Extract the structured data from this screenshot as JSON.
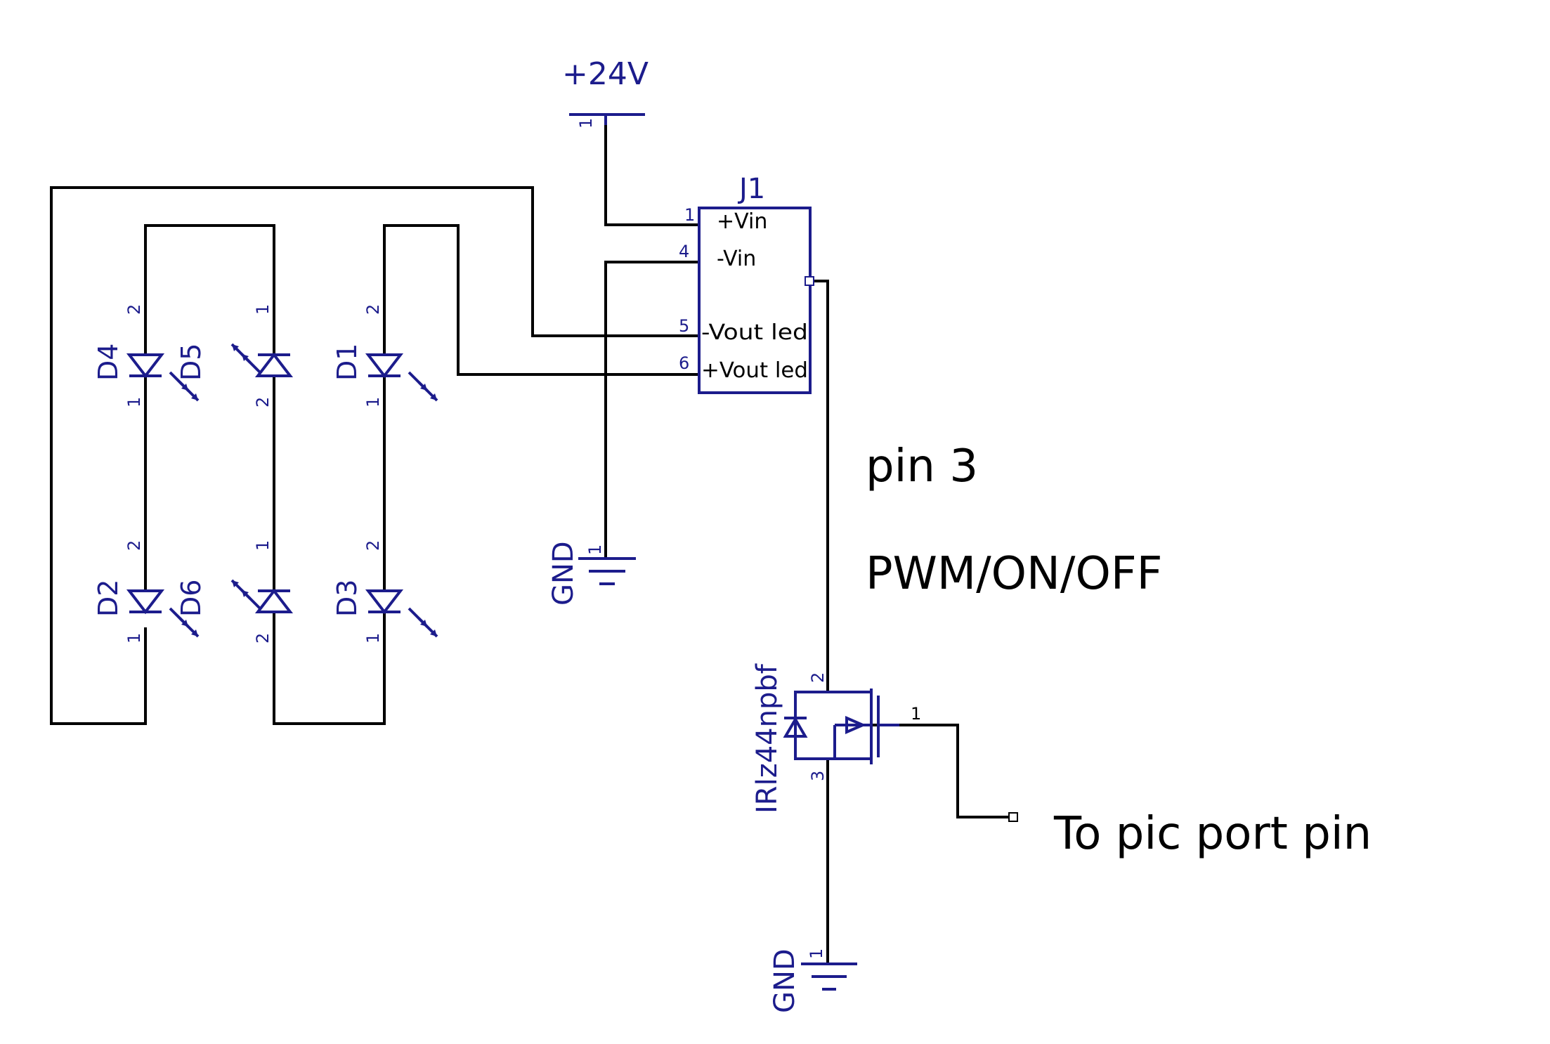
{
  "colors": {
    "wire": "#000000",
    "component": "#1c1c8c",
    "background": "#ffffff"
  },
  "power": {
    "vcc_label": "+24V",
    "gnd_label": "GND",
    "pin": "1"
  },
  "driver": {
    "ref": "J1",
    "pins": [
      {
        "num": "1",
        "name": "+Vin"
      },
      {
        "num": "4",
        "name": "-Vin"
      },
      {
        "num": "5",
        "name": "-Vout led"
      },
      {
        "num": "6",
        "name": "+Vout led"
      }
    ]
  },
  "leds": [
    {
      "ref": "D4",
      "top_pin": "2",
      "bottom_pin": "1"
    },
    {
      "ref": "D5",
      "top_pin": "1",
      "bottom_pin": "2"
    },
    {
      "ref": "D1",
      "top_pin": "2",
      "bottom_pin": "1"
    },
    {
      "ref": "D2",
      "top_pin": "2",
      "bottom_pin": "1"
    },
    {
      "ref": "D6",
      "top_pin": "1",
      "bottom_pin": "2"
    },
    {
      "ref": "D3",
      "top_pin": "2",
      "bottom_pin": "1"
    }
  ],
  "mosfet": {
    "ref": "IRlz44npbf",
    "pin_gate": "1",
    "pin_drain": "2",
    "pin_source": "3"
  },
  "annotations": {
    "pin3": "pin 3",
    "pwm": "PWM/ON/OFF",
    "pic": "To pic port pin"
  }
}
